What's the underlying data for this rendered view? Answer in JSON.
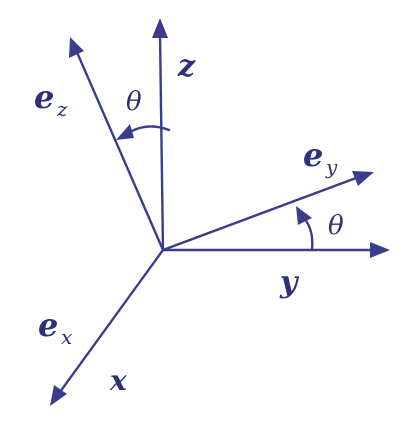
{
  "colors": {
    "stroke": "#3a3d8c",
    "text": "#2e3178"
  },
  "labels": {
    "z": "z",
    "y": "y",
    "x": "x",
    "ez_base": "e",
    "ez_sub": "z",
    "ey_base": "e",
    "ey_sub": "y",
    "ex_base": "e",
    "ex_sub": "x",
    "theta_top": "θ",
    "theta_right": "θ"
  }
}
